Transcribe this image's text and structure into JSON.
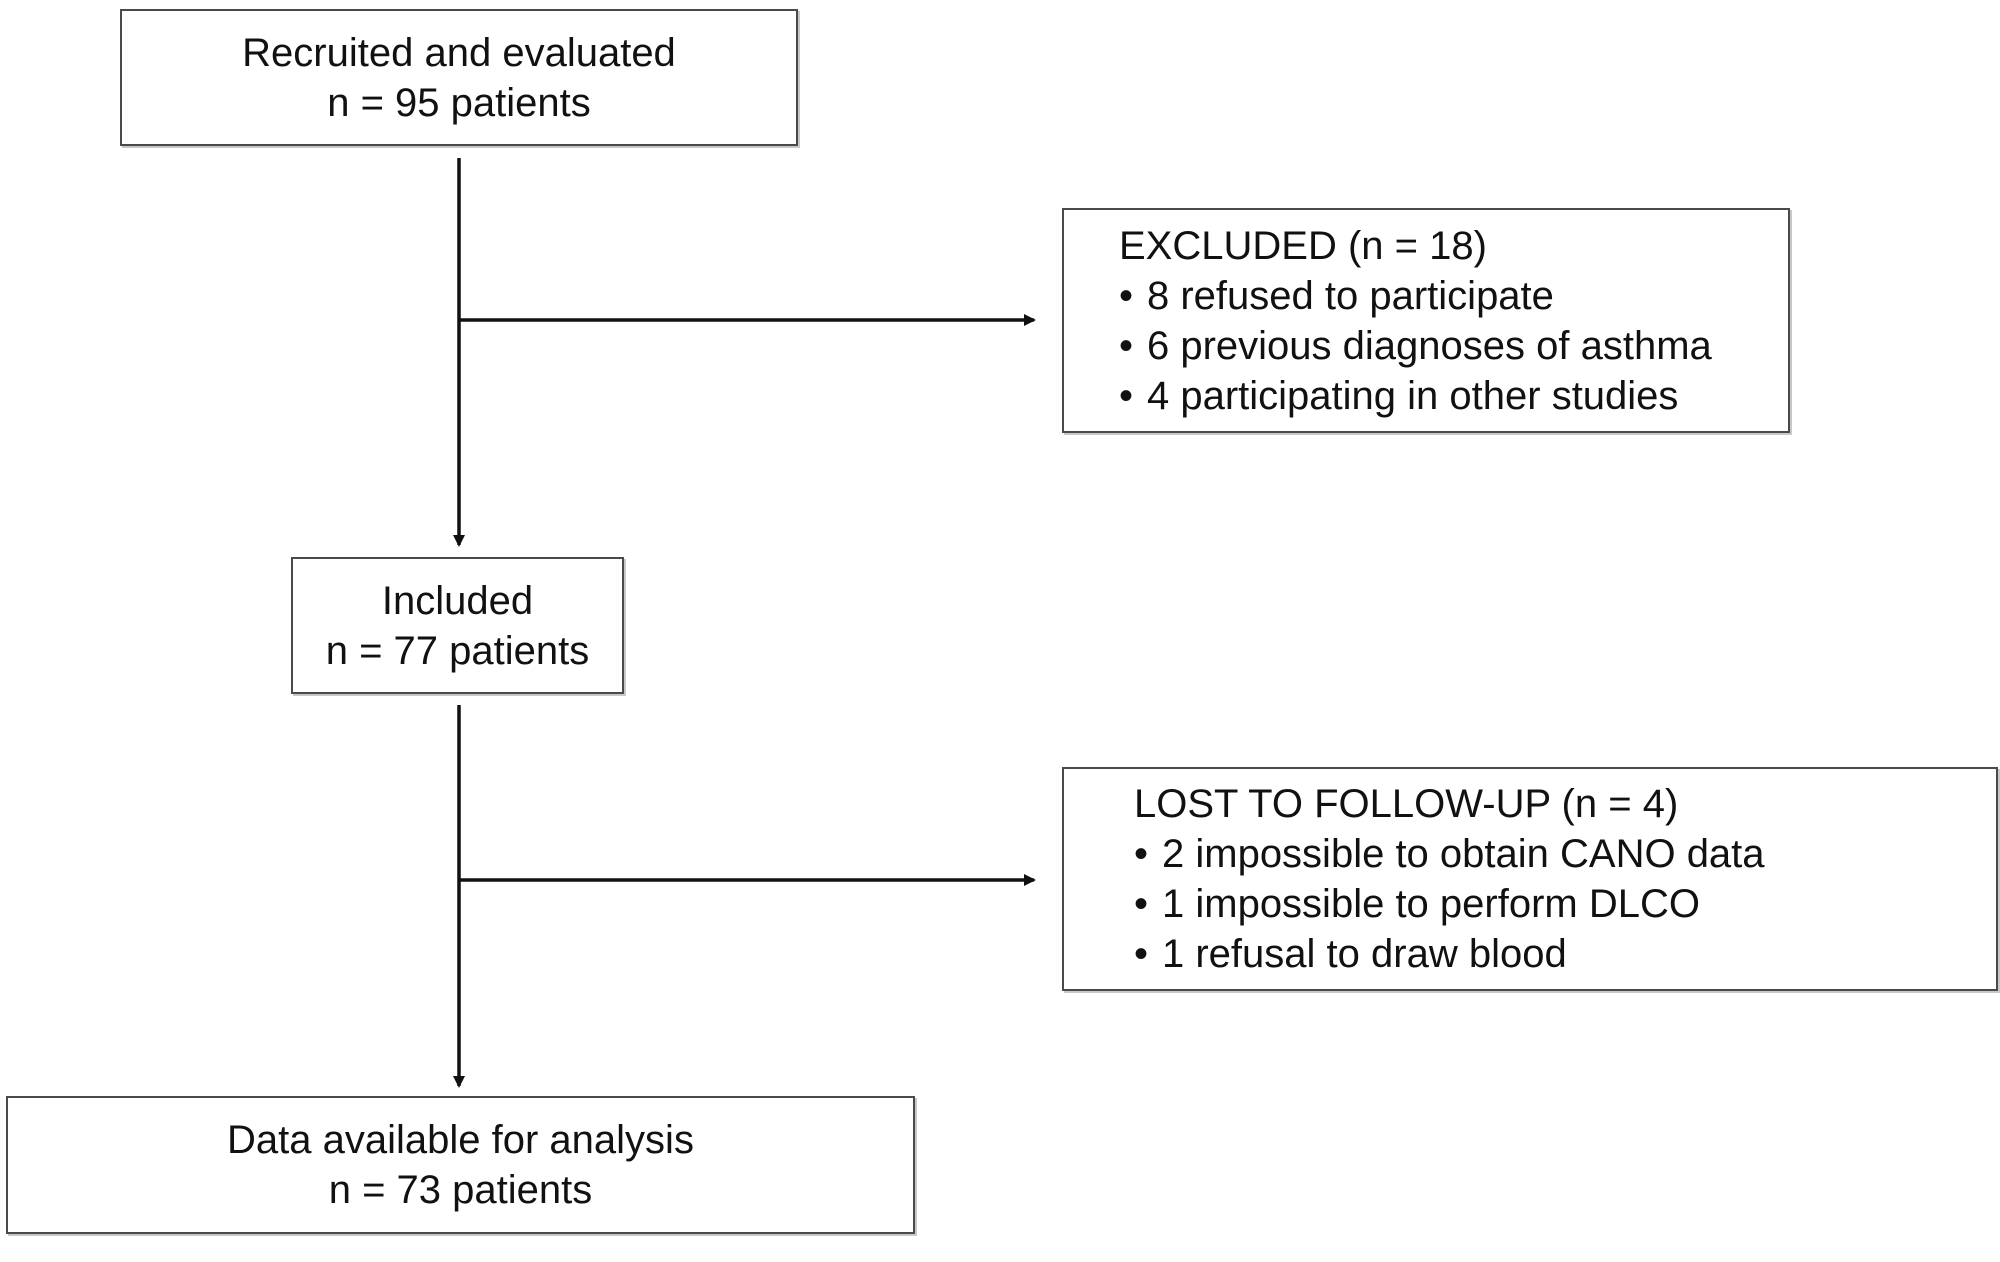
{
  "flowchart": {
    "recruited": {
      "line1": "Recruited and evaluated",
      "line2": "n = 95 patients"
    },
    "excluded": {
      "title": "EXCLUDED (n = 18)",
      "items": [
        "8 refused to participate",
        "6 previous diagnoses of asthma",
        "4 participating in other studies"
      ]
    },
    "included": {
      "line1": "Included",
      "line2": "n = 77 patients"
    },
    "lost": {
      "title": "LOST TO FOLLOW-UP (n = 4)",
      "items": [
        "2 impossible to obtain CANO data",
        "1 impossible to perform DLCO",
        "1 refusal to draw blood"
      ]
    },
    "analysis": {
      "line1": "Data available for analysis",
      "line2": "n = 73 patients"
    },
    "bullet_glyph": "•",
    "line_color": "#111111"
  }
}
